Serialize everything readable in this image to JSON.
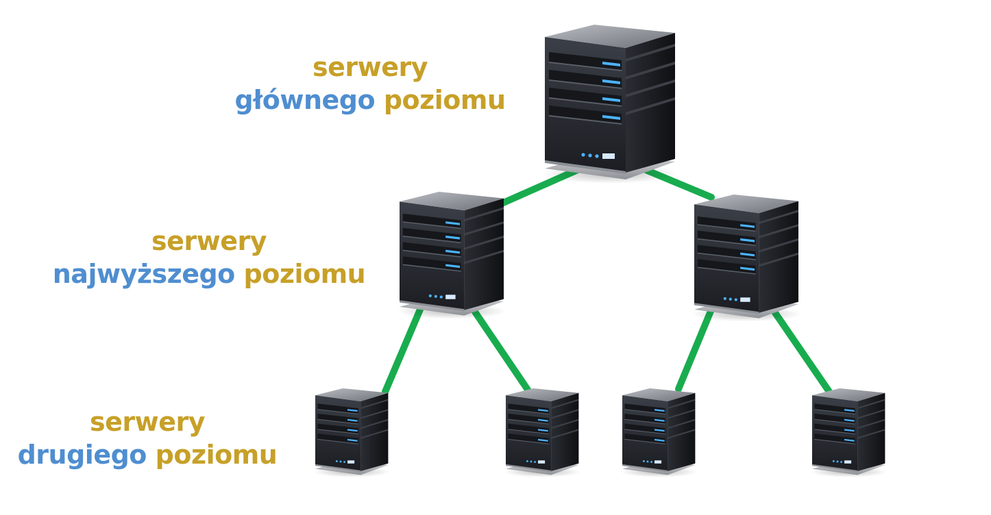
{
  "levels": {
    "root": {
      "line1": "serwery",
      "line2_highlight": "głównego",
      "line2_rest": "poziomu"
    },
    "top": {
      "line1": "serwery",
      "line2_highlight": "najwyższego",
      "line2_rest": "poziomu"
    },
    "second": {
      "line1": "serwery",
      "line2_highlight": "drugiego",
      "line2_rest": "poziomu"
    }
  },
  "colors": {
    "label_gold": "#c7a028",
    "label_blue": "#4f8ed0",
    "connector": "#19ac4f",
    "server_body": "#2c2f36",
    "server_led": "#4bb4ff"
  },
  "icons": {
    "server": "server-icon"
  }
}
